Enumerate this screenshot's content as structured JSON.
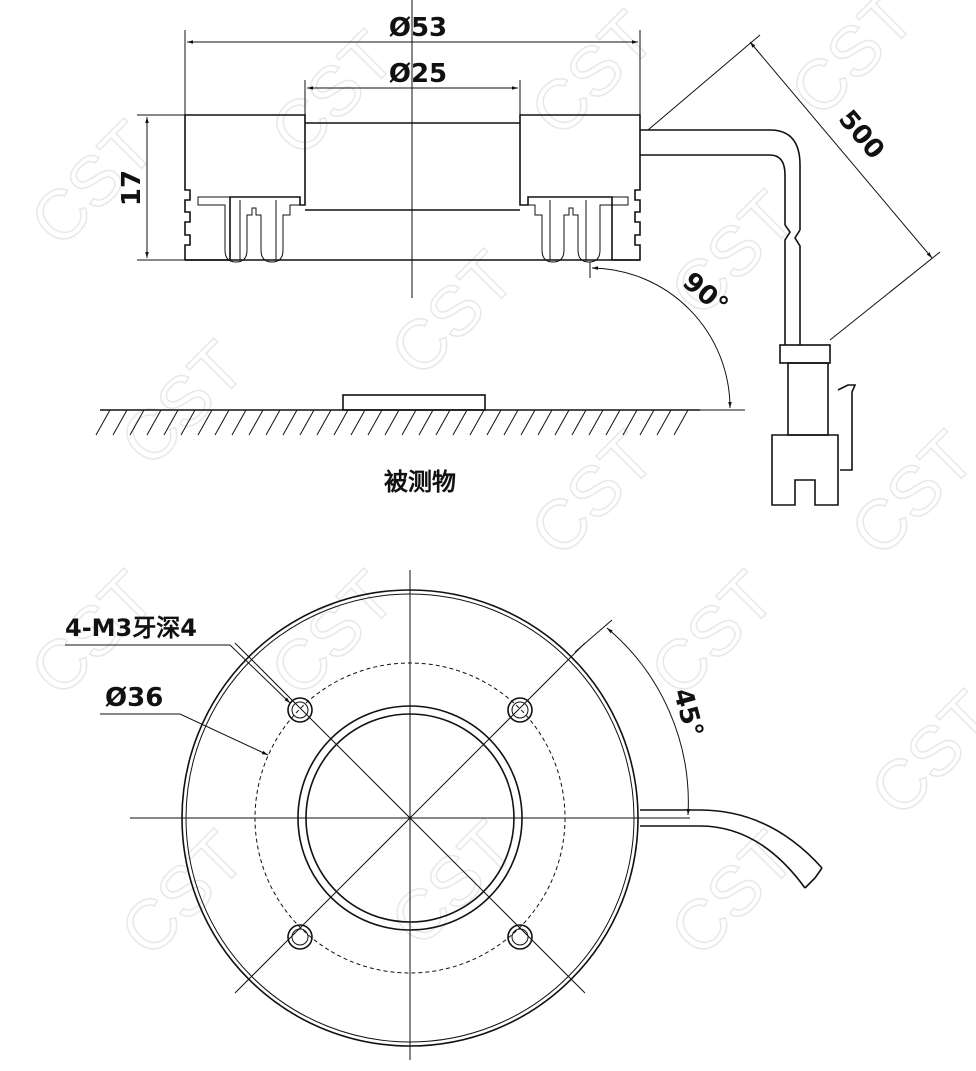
{
  "side_view": {
    "dia_outer": "Ø53",
    "dia_inner": "Ø25",
    "height": "17",
    "cable_length": "500",
    "angle": "90°",
    "target_label": "被测物"
  },
  "bottom_view": {
    "thread_note": "4-M3牙深4",
    "bolt_circle": "Ø36",
    "angle": "45°"
  },
  "watermark": "CST"
}
